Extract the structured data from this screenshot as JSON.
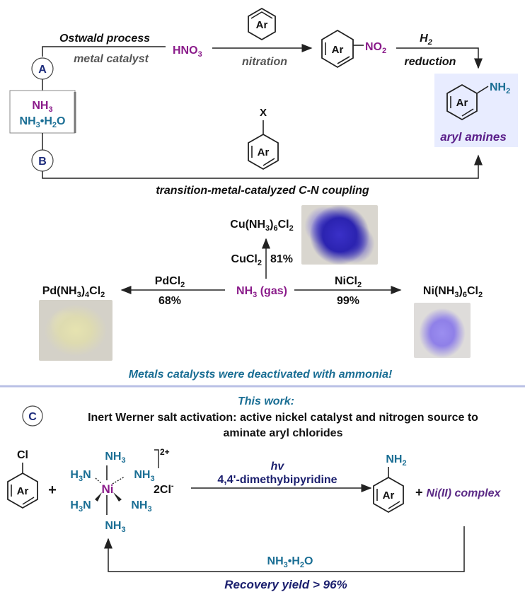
{
  "colors": {
    "black": "#111111",
    "purple": "#8a1b8a",
    "teal": "#1a6e94",
    "navy": "#1b1f6e",
    "gray": "#555555",
    "circle_text": "#1b2a7a",
    "aryl_purple": "#5a1e8a",
    "ni_text": "#5b2a86",
    "deactivated": "#1a6e94",
    "section_line": "#b9c0e6"
  },
  "route_a": {
    "label": "A",
    "step1_title": "Ostwald process",
    "step1_sub": "metal catalyst",
    "intermediate1": "HNO",
    "intermediate1_sub": "3",
    "reagent_ring": "Ar",
    "step2": "nitration",
    "nitro_ring": "Ar",
    "nitro_group": "NO",
    "nitro_sub": "2",
    "step3_title": "H",
    "step3_title_sub": "2",
    "step3_sub": "reduction"
  },
  "sources": {
    "line1": "NH",
    "line1_sub": "3",
    "line2a": "NH",
    "line2a_sub": "3",
    "line2b": "•H",
    "line2b_sub": "2",
    "line2c": "O"
  },
  "product": {
    "ring": "Ar",
    "group": "NH",
    "group_sub": "2",
    "caption": "aryl amines"
  },
  "route_b": {
    "label": "B",
    "reagent_x": "X",
    "reagent_ring": "Ar",
    "caption": "transition-metal-catalyzed C-N coupling"
  },
  "ammonia": {
    "center": "NH",
    "center_sub": "3",
    "center_suffix": " (gas)",
    "cu_reagent": "CuCl",
    "cu_reagent_sub": "2",
    "cu_yield": "81%",
    "cu_product": "Cu(NH",
    "cu_product_sub": "3",
    "cu_product_mid": ")",
    "cu_product_sub2": "6",
    "cu_product_end": "Cl",
    "cu_product_sub3": "2",
    "pd_reagent": "PdCl",
    "pd_reagent_sub": "2",
    "pd_yield": "68%",
    "pd_product": "Pd(NH",
    "pd_product_sub": "3",
    "pd_product_mid": ")",
    "pd_product_sub2": "4",
    "pd_product_end": "Cl",
    "pd_product_sub3": "2",
    "ni_reagent": "NiCl",
    "ni_reagent_sub": "2",
    "ni_yield": "99%",
    "ni_product": "Ni(NH",
    "ni_product_sub": "3",
    "ni_product_mid": ")",
    "ni_product_sub2": "6",
    "ni_product_end": "Cl",
    "ni_product_sub3": "2",
    "warning": "Metals catalysts were deactivated with ammonia!"
  },
  "this_work": {
    "heading": "This work:",
    "label": "C",
    "title_line1": "Inert Werner salt activation: active nickel catalyst and nitrogen source to",
    "title_line2": "aminate aryl chlorides",
    "aryl_cl": "Cl",
    "aryl_ring": "Ar",
    "plus": "+",
    "ligand": "NH",
    "ligand_sub": "3",
    "ligand_left": "H",
    "ligand_left_sub": "3",
    "ligand_left_end": "N",
    "metal": "Ni",
    "charge": "2+",
    "counter_ion": "2Cl",
    "counter_charge": "-",
    "cond1": "hv",
    "cond2": "4,4'-dimethybipyridine",
    "prod_group": "NH",
    "prod_group_sub": "2",
    "prod_ring": "Ar",
    "plus2": "+ ",
    "byproduct": "Ni(II) complex",
    "recycle_reagent": "NH",
    "recycle_reagent_sub": "3",
    "recycle_reagent_mid": "•H",
    "recycle_reagent_sub2": "2",
    "recycle_reagent_end": "O",
    "recovery": "Recovery yield > 96%"
  }
}
